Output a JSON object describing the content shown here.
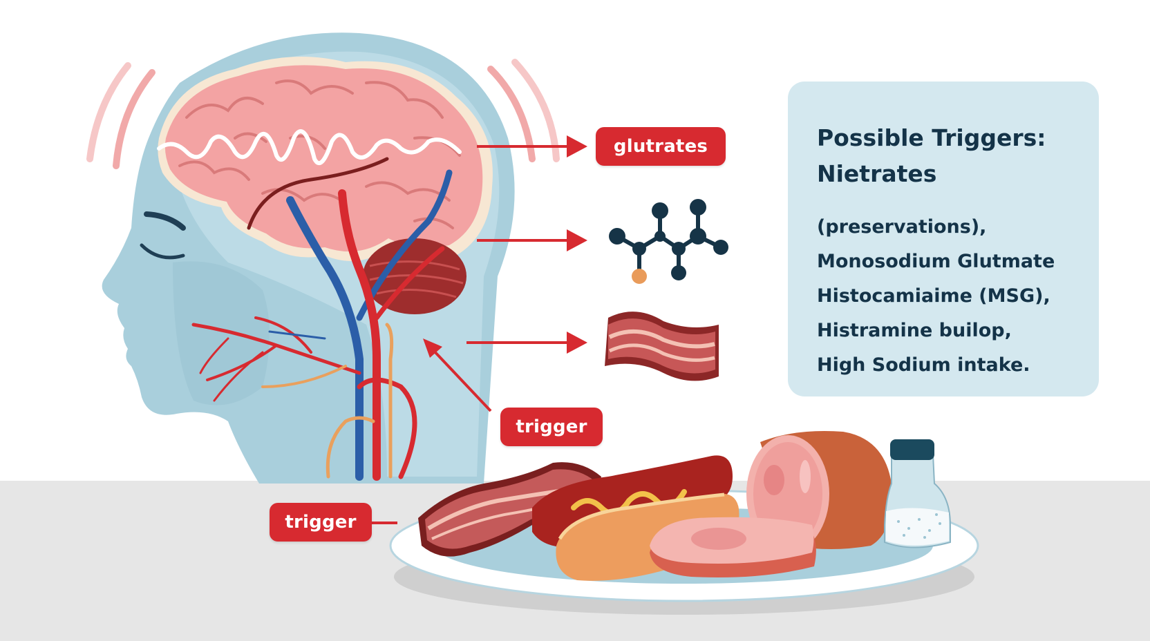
{
  "labels": {
    "glutrates": "glutrates",
    "trigger_neck": "trigger",
    "trigger_plate": "trigger"
  },
  "panel": {
    "title_line1": "Possible Triggers:",
    "title_line2": "Nietrates",
    "body_lines": [
      "(preservations),",
      "Monosodium Glutmate",
      "Histocamiaime (MSG),",
      "Histramine builop,",
      "High Sodium intake."
    ]
  },
  "icons": {
    "molecule": "molecule-icon",
    "bacon_strip": "bacon-icon",
    "food_plate": "processed-meat-plate"
  },
  "colors": {
    "accent_red": "#d72a30",
    "panel_bg": "#d4e8ef",
    "panel_text": "#143348",
    "head_blue": "#a9cfdc",
    "brain_pink": "#f3a3a3",
    "floor_gray": "#e6e6e6"
  }
}
